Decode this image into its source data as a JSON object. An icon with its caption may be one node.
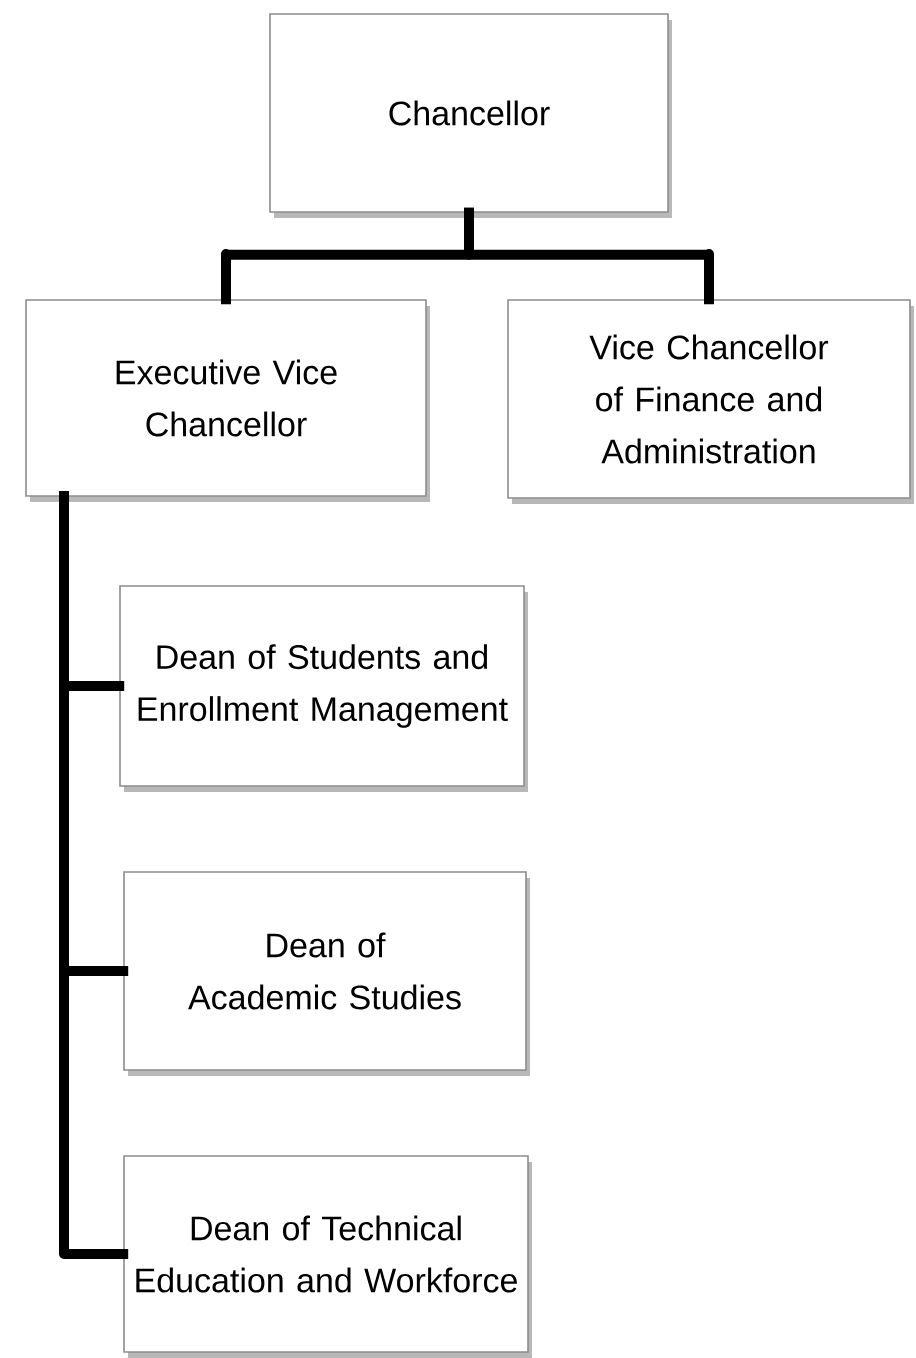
{
  "diagram": {
    "nodes": [
      {
        "text": [
          "Chancellor"
        ]
      },
      {
        "text": [
          "Executive Vice Chancellor"
        ]
      },
      {
        "text": [
          "Vice Chancellor of Finance and Administration"
        ]
      },
      {
        "text": [
          "Dean of Students and Enrollment Management"
        ]
      },
      {
        "text": [
          "Dean of Academic Studies"
        ]
      },
      {
        "text": [
          "Dean of Technical Education and Workforce"
        ]
      }
    ],
    "edges": [
      {
        "from": 0,
        "to": 1,
        "arrow": "none"
      },
      {
        "from": 0,
        "to": 2,
        "arrow": "none"
      },
      {
        "from": 1,
        "to": 3,
        "arrow": "none"
      },
      {
        "from": 1,
        "to": 4,
        "arrow": "none"
      },
      {
        "from": 1,
        "to": 5,
        "arrow": "none"
      }
    ]
  }
}
